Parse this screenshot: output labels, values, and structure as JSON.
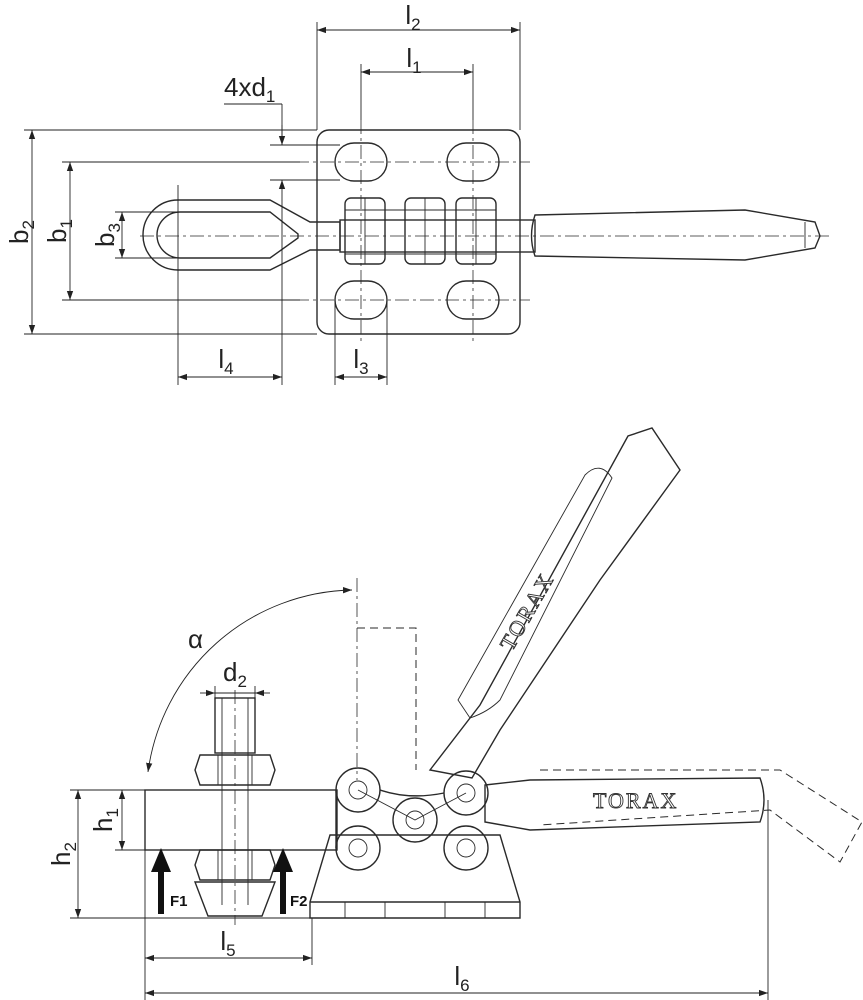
{
  "labels": {
    "l1": {
      "base": "l",
      "sub": "1"
    },
    "l2": {
      "base": "l",
      "sub": "2"
    },
    "l3": {
      "base": "l",
      "sub": "3"
    },
    "l4": {
      "base": "l",
      "sub": "4"
    },
    "l5": {
      "base": "l",
      "sub": "5"
    },
    "l6": {
      "base": "l",
      "sub": "6"
    },
    "b1": {
      "base": "b",
      "sub": "1"
    },
    "b2": {
      "base": "b",
      "sub": "2"
    },
    "b3": {
      "base": "b",
      "sub": "3"
    },
    "h1": {
      "base": "h",
      "sub": "1"
    },
    "h2": {
      "base": "h",
      "sub": "2"
    },
    "d1": {
      "base": "4xd",
      "sub": "1"
    },
    "d2": {
      "base": "d",
      "sub": "2"
    },
    "alpha": "α",
    "f1": "F1",
    "f2": "F2"
  },
  "brand": {
    "name": "TORAX"
  }
}
